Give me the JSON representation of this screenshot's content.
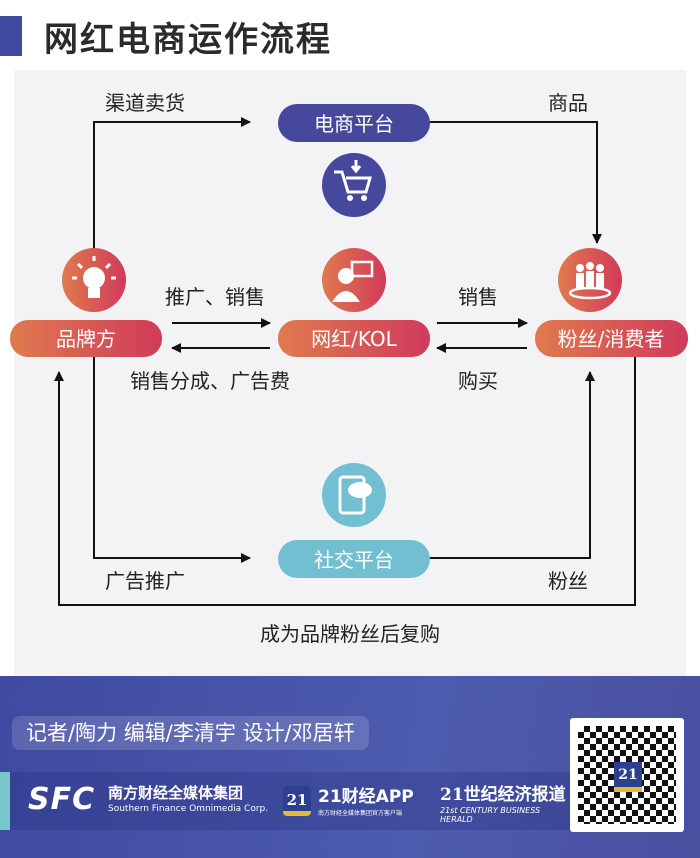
{
  "title": "网红电商运作流程",
  "nodes": {
    "ecommerce": "电商平台",
    "brand": "品牌方",
    "kol": "网红/KOL",
    "fans": "粉丝/消费者",
    "social": "社交平台"
  },
  "edges": {
    "channel_sales": "渠道卖货",
    "goods": "商品",
    "promo_sales": "推广、销售",
    "sales": "销售",
    "revenue_share": "销售分成、广告费",
    "purchase": "购买",
    "ad_promo": "广告推广",
    "fans": "粉丝",
    "repurchase": "成为品牌粉丝后复购"
  },
  "colors": {
    "purple": "#45489c",
    "orange_start": "#e07a4e",
    "orange_end": "#d13a5a",
    "teal": "#72bfd2"
  },
  "footer": {
    "credits": "记者/陶力  编辑/李清宇  设计/邓居轩",
    "sfc": "SFC",
    "group_cn": "南方财经全媒体集团",
    "group_en": "Southern Finance Omnimedia Corp.",
    "app_badge": "21",
    "app_name": "21财经APP",
    "app_sub": "南方财经全媒体集团官方客户端",
    "herald_cn": "21世纪经济报道",
    "herald_en": "21st CENTURY BUSINESS HERALD",
    "qr_badge": "21"
  }
}
